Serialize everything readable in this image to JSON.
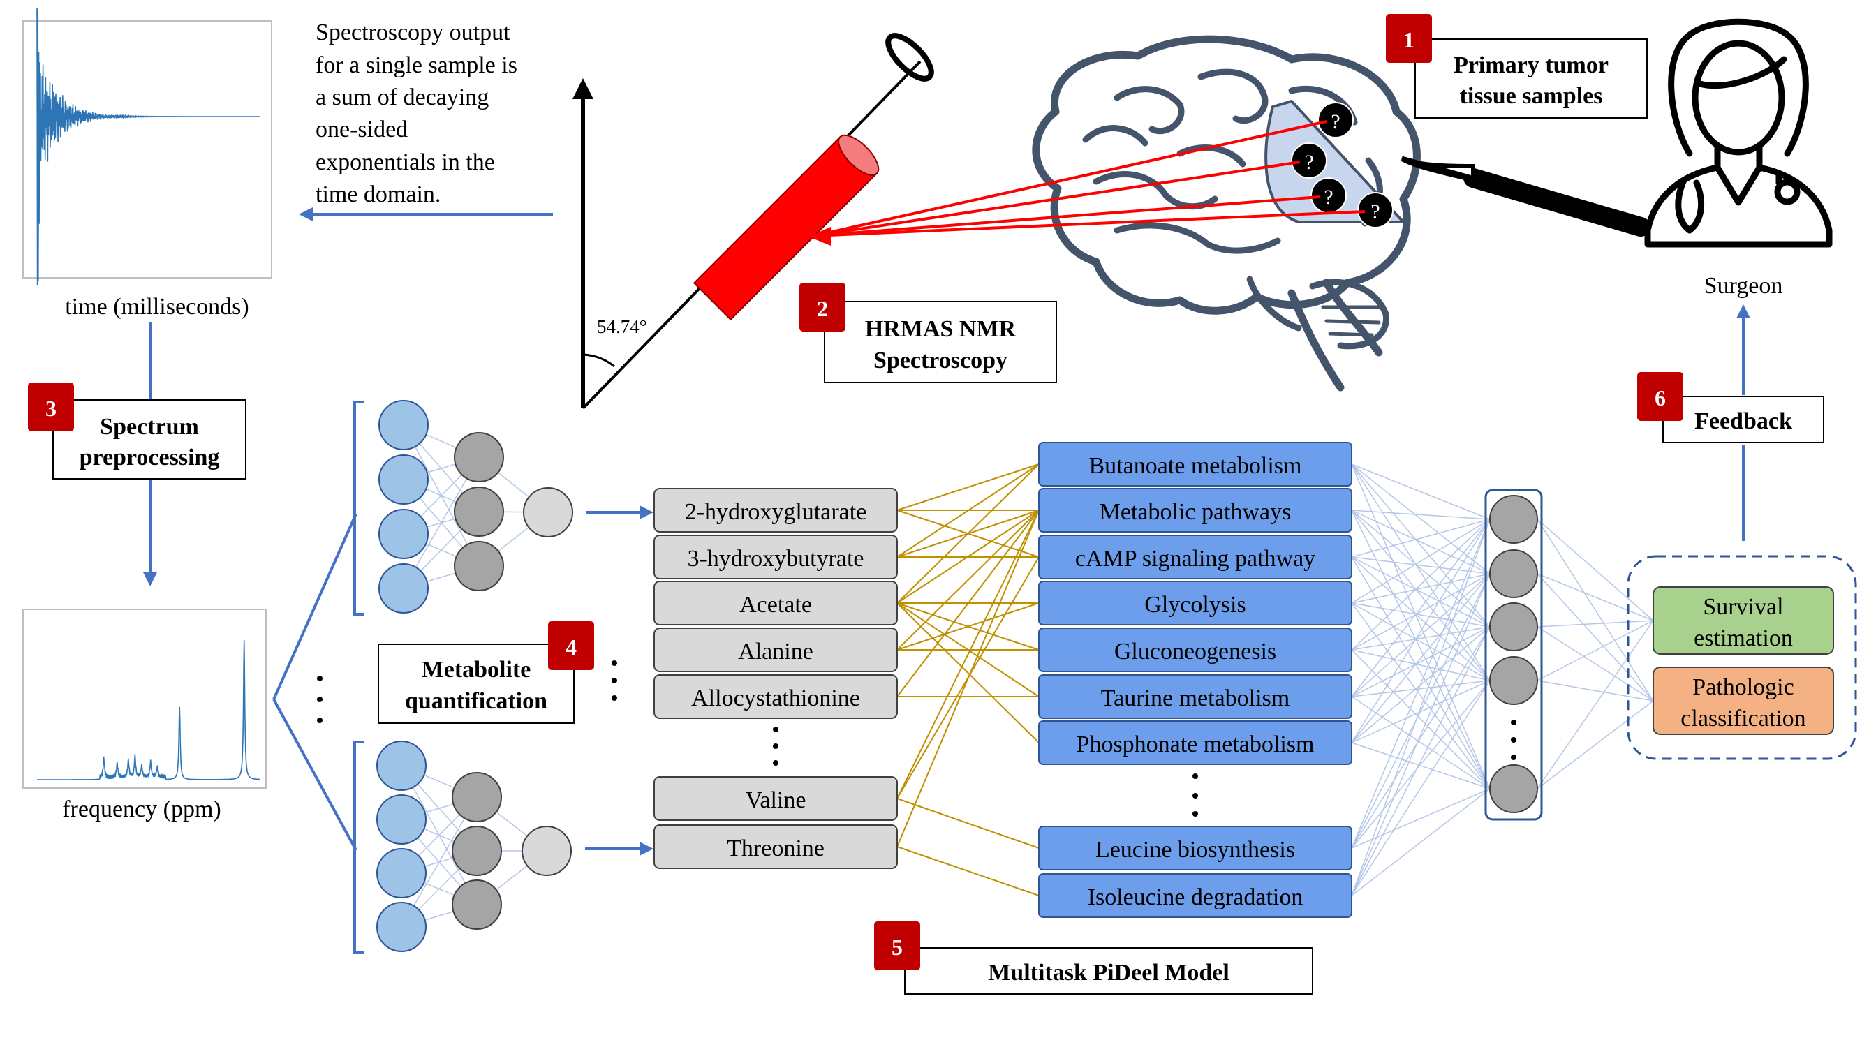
{
  "left_panel": {
    "time_axis_label": "time (milliseconds)",
    "frequency_axis_label": "frequency (ppm)",
    "description_lines": [
      "Spectroscopy output",
      "for a single sample is",
      "a sum of decaying",
      "one-sided",
      "exponentials in the",
      "time domain."
    ]
  },
  "nmr": {
    "angle_label": "54.74°"
  },
  "steps": [
    {
      "number": "1",
      "lines": [
        "Primary tumor",
        "tissue samples"
      ]
    },
    {
      "number": "2",
      "lines": [
        "HRMAS NMR",
        "Spectroscopy"
      ]
    },
    {
      "number": "3",
      "lines": [
        "Spectrum",
        "preprocessing"
      ]
    },
    {
      "number": "4",
      "lines": [
        "Metabolite",
        "quantification"
      ]
    },
    {
      "number": "5",
      "lines": [
        "Multitask PiDeel Model"
      ]
    },
    {
      "number": "6",
      "lines": [
        "Feedback"
      ]
    }
  ],
  "brain": {
    "sample_marker": "?"
  },
  "surgeon": {
    "label": "Surgeon"
  },
  "metabolites": [
    "2-hydroxyglutarate",
    "3-hydroxybutyrate",
    "Acetate",
    "Alanine",
    "Allocystathionine",
    "Valine",
    "Threonine"
  ],
  "pathways": [
    "Butanoate metabolism",
    "Metabolic pathways",
    "cAMP signaling pathway",
    "Glycolysis",
    "Gluconeogenesis",
    "Taurine metabolism",
    "Phosphonate metabolism",
    "Leucine biosynthesis",
    "Isoleucine degradation"
  ],
  "outputs": {
    "survival": [
      "Survival",
      "estimation"
    ],
    "pathologic": [
      "Pathologic",
      "classification"
    ]
  },
  "colors": {
    "arrow_blue": "#4472C4",
    "node_blue": "#9DC3E6",
    "node_gray": "#A5A5A5",
    "node_light": "#D9D9D9",
    "metabolite_fill": "#D9D9D9",
    "pathway_fill": "#6D9EEB",
    "survival_fill": "#A9D18E",
    "pathologic_fill": "#F4B183",
    "badge_red": "#C00000",
    "gold_line": "#BF9000",
    "faint_line": "#B4C7E7",
    "laser_red": "#FF0000",
    "brain_outline": "#44546A"
  }
}
